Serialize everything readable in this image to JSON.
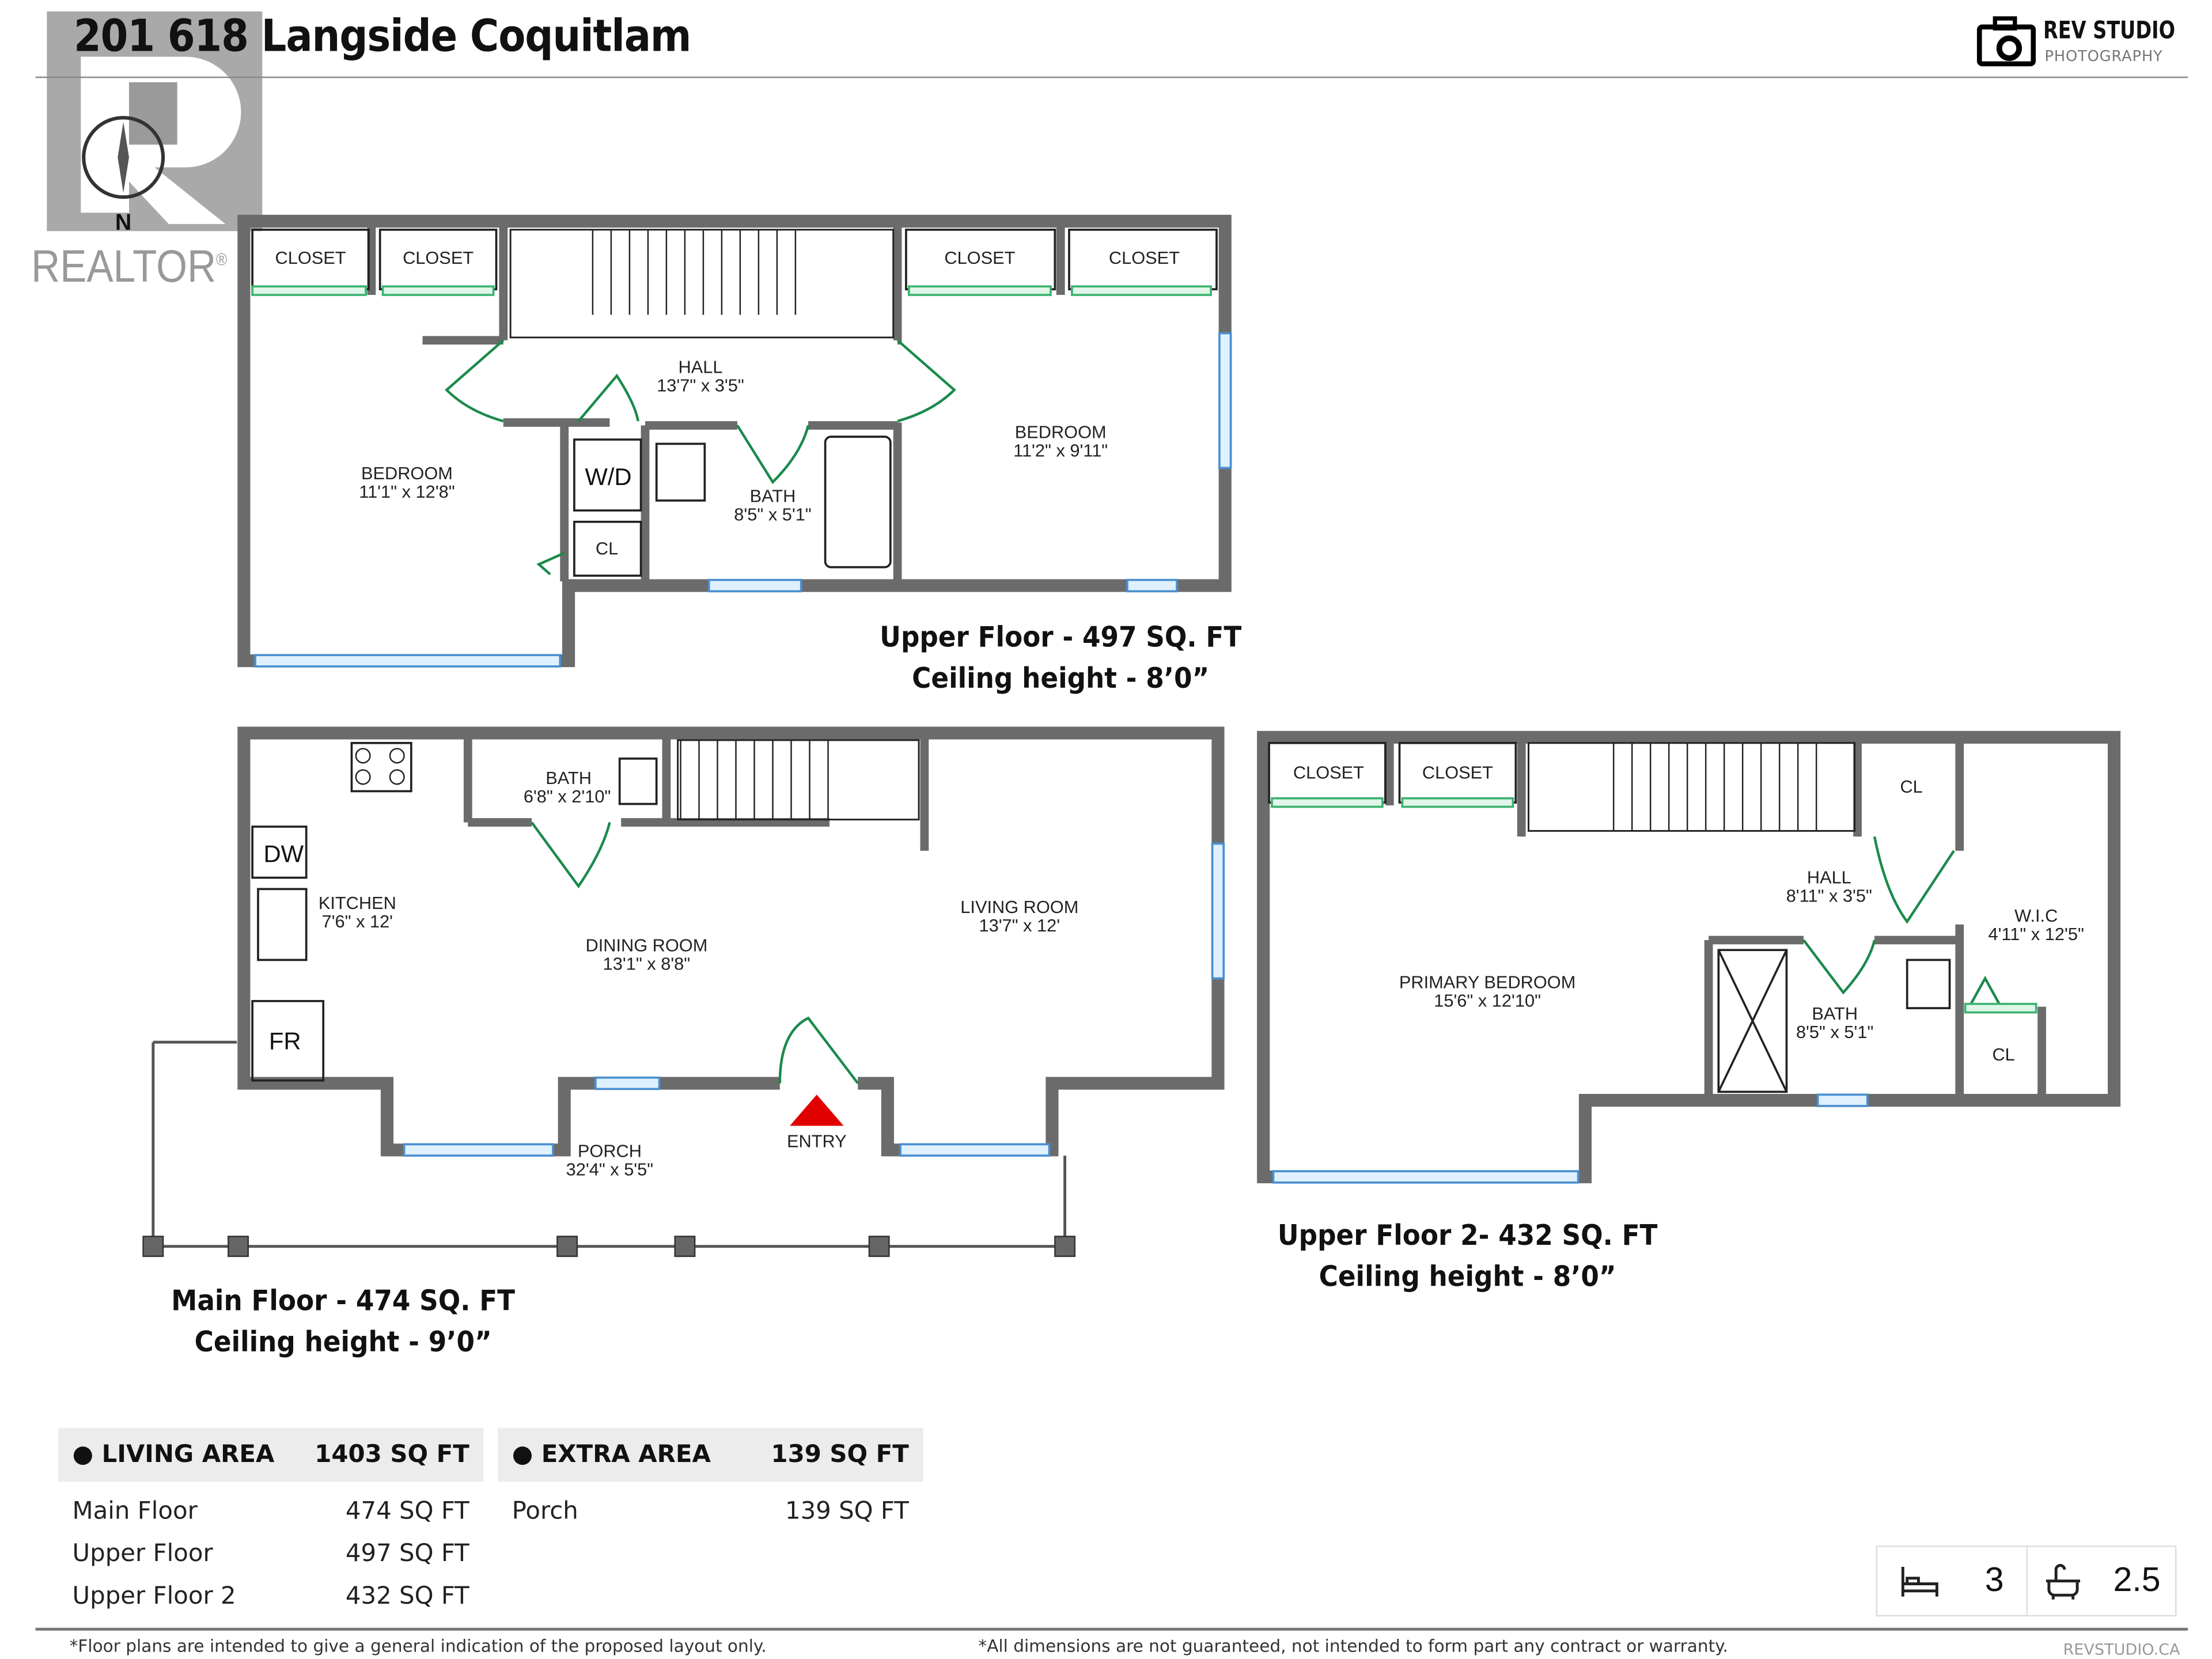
{
  "header": {
    "title": "201 618 Langside Coquitlam"
  },
  "brand": {
    "name": "REV STUDIO",
    "tagline": "PHOTOGRAPHY",
    "icon": "camera-icon"
  },
  "watermark": {
    "text": "REALTOR",
    "registered": "®",
    "icon": "realtor-r-logo"
  },
  "compass": {
    "label": "N",
    "icon": "compass-icon"
  },
  "upper_floor": {
    "caption_line1": "Upper Floor - 497 SQ. FT",
    "caption_line2": "Ceiling height - 8’0”",
    "rooms": {
      "closet1": "CLOSET",
      "closet2": "CLOSET",
      "closet3": "CLOSET",
      "closet4": "CLOSET",
      "hall_name": "HALL",
      "hall_dim": "13'7\" x 3'5\"",
      "bed1_name": "BEDROOM",
      "bed1_dim": "11'1\" x 12'8\"",
      "bed2_name": "BEDROOM",
      "bed2_dim": "11'2\" x 9'11\"",
      "bath_name": "BATH",
      "bath_dim": "8'5\" x 5'1\"",
      "wd": "W/D",
      "cl": "CL"
    }
  },
  "main_floor": {
    "caption_line1": "Main Floor - 474 SQ. FT",
    "caption_line2": "Ceiling height - 9’0”",
    "rooms": {
      "kitchen_name": "KITCHEN",
      "kitchen_dim": "7'6\" x 12'",
      "bath_name": "BATH",
      "bath_dim": "6'8\" x 2'10\"",
      "dining_name": "DINING ROOM",
      "dining_dim": "13'1\" x 8'8\"",
      "living_name": "LIVING ROOM",
      "living_dim": "13'7\" x 12'",
      "porch_name": "PORCH",
      "porch_dim": "32'4\" x 5'5\"",
      "entry": "ENTRY",
      "dw": "DW",
      "fr": "FR"
    },
    "entry_color": "#e00000"
  },
  "upper_floor_2": {
    "caption_line1": "Upper Floor 2- 432 SQ. FT",
    "caption_line2": "Ceiling height - 8’0”",
    "rooms": {
      "closet1": "CLOSET",
      "closet2": "CLOSET",
      "cl1": "CL",
      "cl2": "CL",
      "hall_name": "HALL",
      "hall_dim": "8'11\" x 3'5\"",
      "primary_name": "PRIMARY BEDROOM",
      "primary_dim": "15'6\" x 12'10\"",
      "bath_name": "BATH",
      "bath_dim": "8'5\" x 5'1\"",
      "wic_name": "W.I.C",
      "wic_dim": "4'11\" x 12'5\""
    }
  },
  "areas": {
    "living": {
      "label": "LIVING AREA",
      "total": "1403 SQ FT",
      "rows": [
        {
          "name": "Main Floor",
          "value": "474 SQ FT"
        },
        {
          "name": "Upper Floor",
          "value": "497 SQ FT"
        },
        {
          "name": "Upper Floor 2",
          "value": "432 SQ FT"
        }
      ]
    },
    "extra": {
      "label": "EXTRA AREA",
      "total": "139 SQ FT",
      "rows": [
        {
          "name": "Porch",
          "value": "139 SQ FT"
        }
      ]
    }
  },
  "summary": {
    "beds": "3",
    "baths": "2.5",
    "bed_icon": "bed-icon",
    "bath_icon": "bathtub-icon"
  },
  "footer": {
    "note_left": "*Floor plans are intended to give a general indication of the proposed layout only.",
    "note_center": "*All dimensions are not guaranteed, not intended to form part any contract or warranty.",
    "site": "REVSTUDIO.CA"
  },
  "colors": {
    "wall": "#6b6b6b",
    "door": "#1a8a4a",
    "window": "#4a8fd0",
    "closet_door": "#3cb371"
  }
}
